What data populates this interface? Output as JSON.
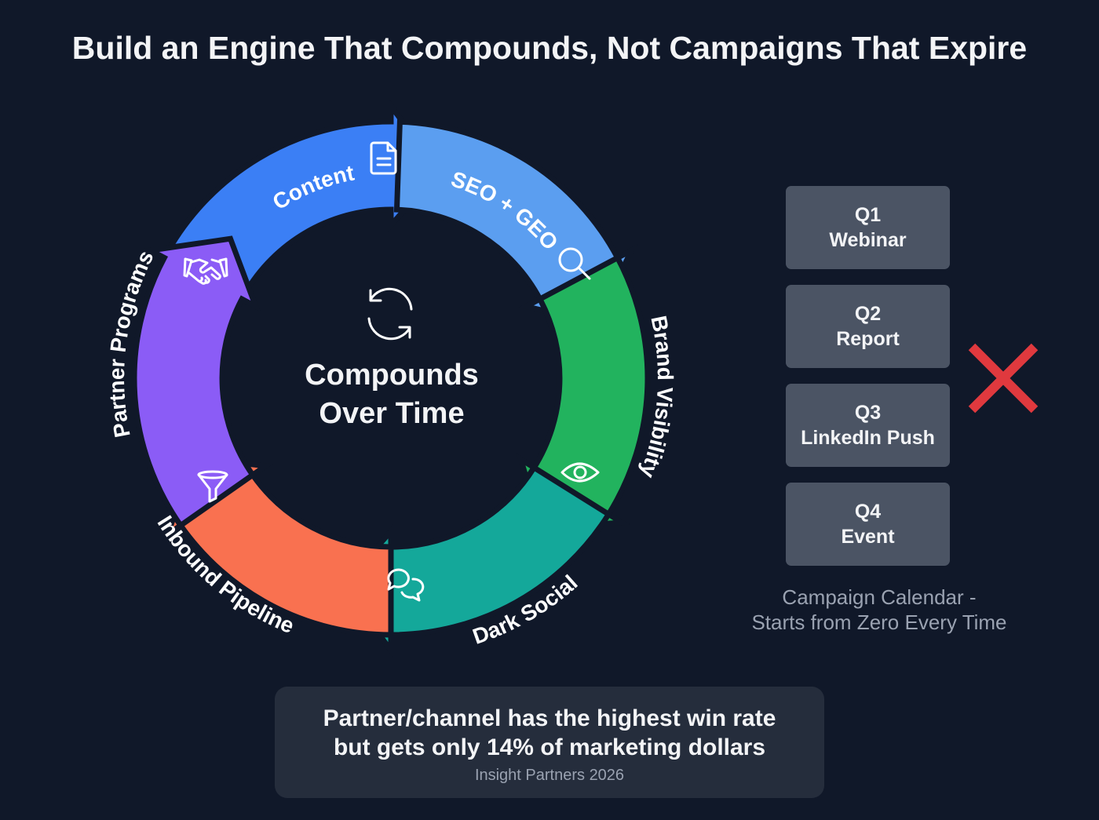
{
  "title": "Build an Engine That Compounds, Not Campaigns That Expire",
  "cycle": {
    "center_icon": "refresh-icon",
    "center_line1": "Compounds",
    "center_line2": "Over Time",
    "segments": [
      {
        "label": "Content",
        "icon": "document-icon",
        "color": "#3b7ff5"
      },
      {
        "label": "SEO + GEO",
        "icon": "search-icon",
        "color": "#5b9ef0"
      },
      {
        "label": "Brand Visibility",
        "icon": "eye-icon",
        "color": "#22b35e"
      },
      {
        "label": "Dark Social",
        "icon": "chat-icon",
        "color": "#14a89a"
      },
      {
        "label": "Inbound Pipeline",
        "icon": "funnel-icon",
        "color": "#f97150"
      },
      {
        "label": "Partner Programs",
        "icon": "handshake-icon",
        "color": "#8b5cf6"
      }
    ]
  },
  "calendar": {
    "items": [
      {
        "quarter": "Q1",
        "name": "Webinar"
      },
      {
        "quarter": "Q2",
        "name": "Report"
      },
      {
        "quarter": "Q3",
        "name": "LinkedIn Push"
      },
      {
        "quarter": "Q4",
        "name": "Event"
      }
    ],
    "reject_icon": "x-mark-icon",
    "reject_color": "#e0393e",
    "caption_line1": "Campaign Calendar -",
    "caption_line2": "Starts from Zero Every Time"
  },
  "callout": {
    "line1": "Partner/channel has the highest win rate",
    "line2": "but gets only 14% of marketing dollars",
    "source": "Insight Partners 2026"
  }
}
